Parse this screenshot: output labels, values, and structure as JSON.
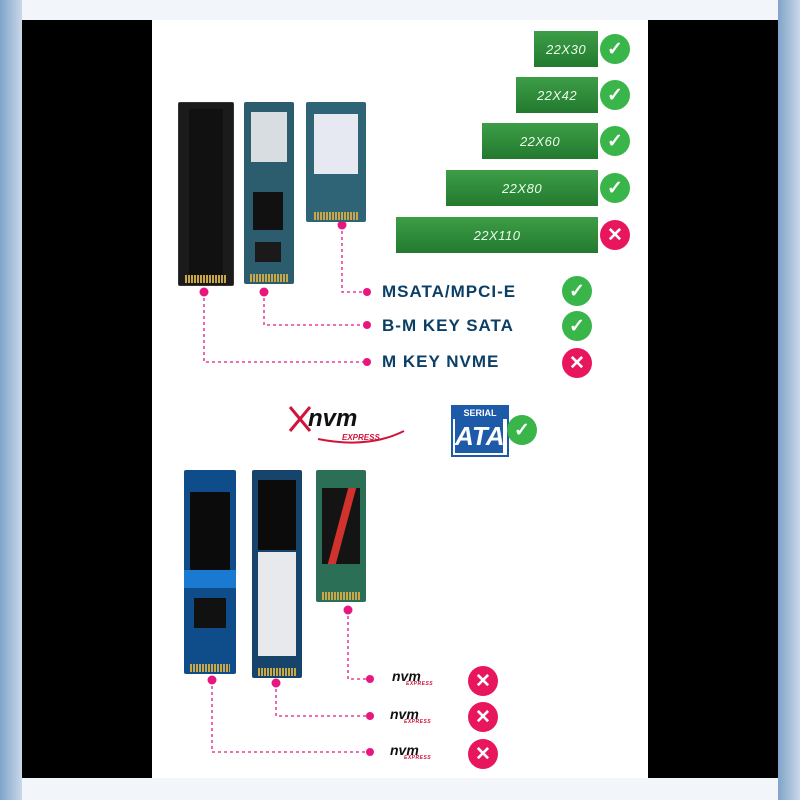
{
  "size_bars": [
    {
      "label": "22X30",
      "supported": true
    },
    {
      "label": "22X42",
      "supported": true
    },
    {
      "label": "22X60",
      "supported": true
    },
    {
      "label": "22X80",
      "supported": true
    },
    {
      "label": "22X110",
      "supported": false
    }
  ],
  "top_labels": [
    {
      "text": "MSATA/MPCI-E",
      "supported": true
    },
    {
      "text": "B-M KEY SATA",
      "supported": true
    },
    {
      "text": "M KEY NVME",
      "supported": false
    }
  ],
  "logos": {
    "nvme": {
      "main": "nvm",
      "sub": "EXPRESS"
    },
    "sata": {
      "top": "SERIAL",
      "main": "ATA",
      "supported": true
    }
  },
  "bottom_labels": [
    {
      "main": "nvm",
      "sub": "EXPRESS",
      "supported": false
    },
    {
      "main": "nvm",
      "sub": "EXPRESS",
      "supported": false
    },
    {
      "main": "nvm",
      "sub": "EXPRESS",
      "supported": false
    }
  ],
  "icons": {
    "ok": "✓",
    "no": "✕"
  },
  "colors": {
    "bar_green": "#2e8b3a",
    "ok_green": "#39b54a",
    "no_pink": "#e8175d",
    "leader_pink": "#e8177f",
    "label_navy": "#0b3f66"
  }
}
